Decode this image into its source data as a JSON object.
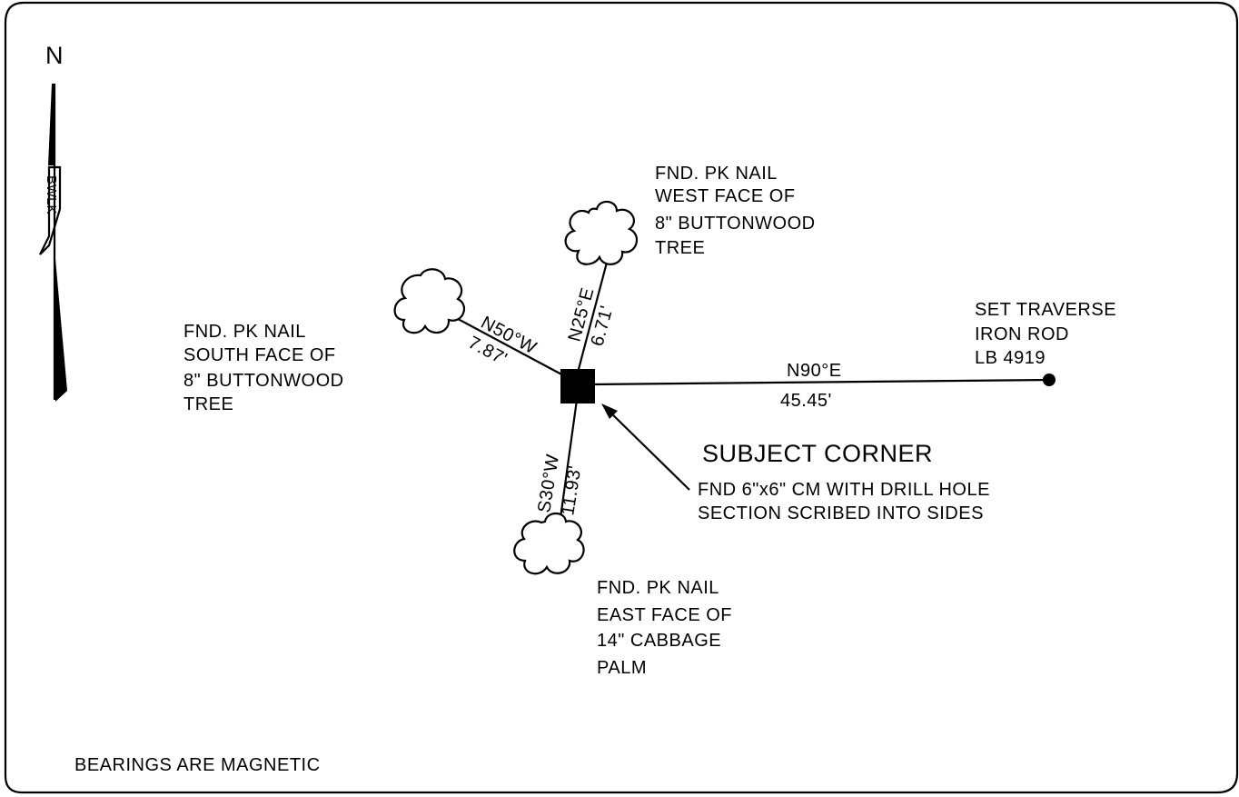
{
  "north_arrow": {
    "north_label": "N",
    "tag": "BWLK"
  },
  "subject_corner": {
    "title": "SUBJECT CORNER",
    "description": [
      "FND 6\"x6\" CM WITH DRILL HOLE",
      "SECTION SCRIBED INTO SIDES"
    ]
  },
  "ties": {
    "west_face": {
      "bearing": "N25°E",
      "distance": "6.71'",
      "note": [
        "FND. PK NAIL",
        "WEST FACE OF",
        "8\" BUTTONWOOD",
        "TREE"
      ]
    },
    "south_face": {
      "bearing": "N50°W",
      "distance": "7.87'",
      "note": [
        "FND. PK NAIL",
        "SOUTH FACE OF",
        "8\" BUTTONWOOD",
        "TREE"
      ]
    },
    "east_face": {
      "bearing": "S30°W",
      "distance": "11.93'",
      "note": [
        "FND. PK NAIL",
        "EAST FACE OF",
        "14\" CABBAGE",
        "PALM"
      ]
    },
    "traverse": {
      "bearing": "N90°E",
      "distance": "45.45'",
      "note": [
        "SET TRAVERSE",
        "IRON ROD",
        "LB 4919"
      ]
    }
  },
  "footer_note": "BEARINGS ARE MAGNETIC"
}
